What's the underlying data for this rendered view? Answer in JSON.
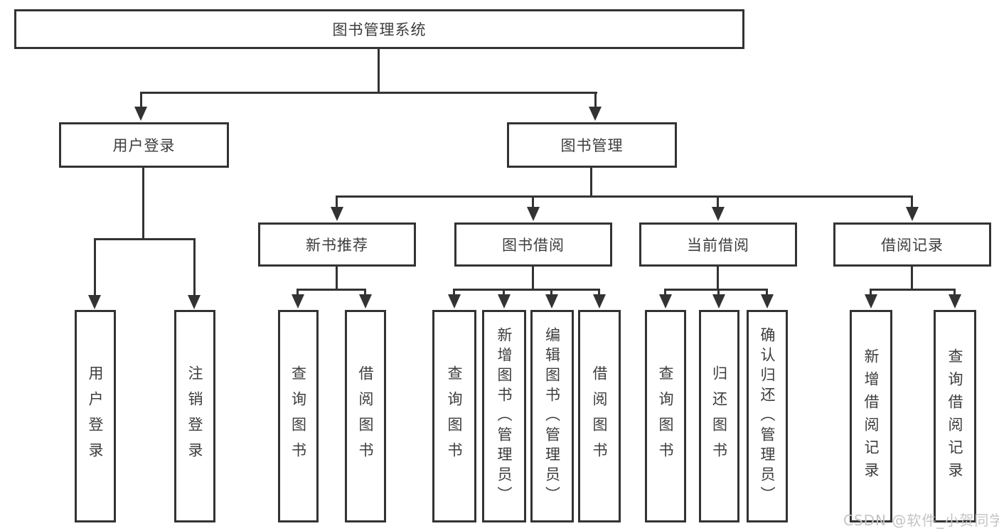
{
  "title": "图书管理系统",
  "nodes": {
    "root": "图书管理系统",
    "user_login": "用户登录",
    "book_mgmt": "图书管理",
    "new_book": "新书推荐",
    "book_borrow": "图书借阅",
    "current_borrow": "当前借阅",
    "borrow_record": "借阅记录"
  },
  "leaves": {
    "user_login": [
      "用户登录",
      "注销登录"
    ],
    "new_book": [
      "查询图书",
      "借阅图书"
    ],
    "book_borrow": [
      "查询图书",
      "新增图书（管理员）",
      "编辑图书（管理员）",
      "借阅图书"
    ],
    "current_borrow": [
      "查询图书",
      "归还图书",
      "确认归还（管理员）"
    ],
    "borrow_record": [
      "新增借阅记录",
      "查询借阅记录"
    ]
  },
  "watermark": "CSDN @软件_小贺同学",
  "colors": {
    "line": "#333333",
    "text": "#3d3d3d",
    "watermark": "#c4c4c4",
    "background": "#ffffff"
  }
}
